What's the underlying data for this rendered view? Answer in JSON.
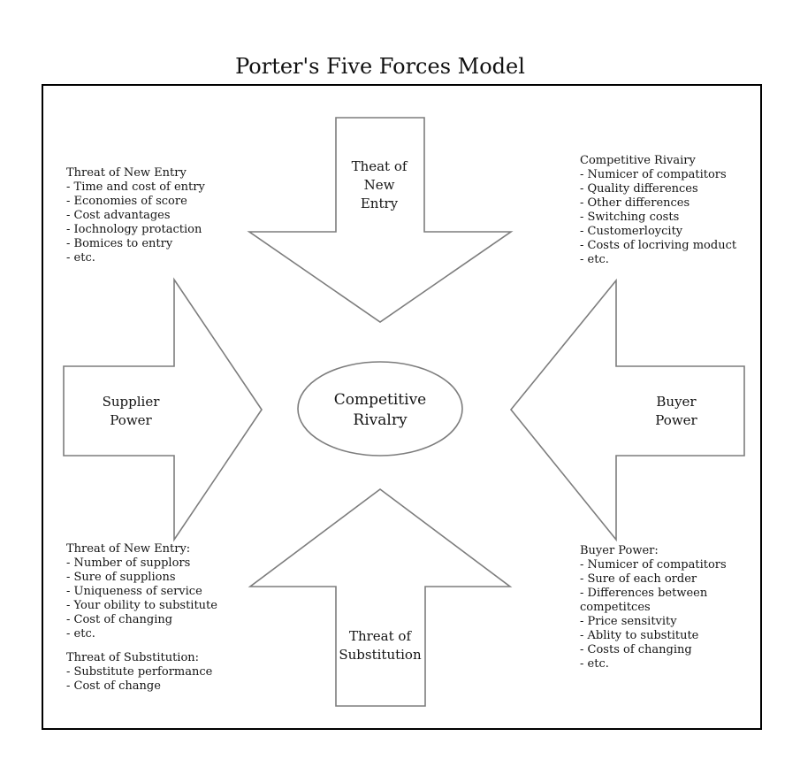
{
  "title": "Porter's Five Forces Model",
  "colors": {
    "background": "#ffffff",
    "box_border": "#000000",
    "shape_outline": "#7d7d7d",
    "text": "#141414"
  },
  "center_ellipse": {
    "lines": [
      "Competitive",
      "Rivalry"
    ]
  },
  "arrows": {
    "top": {
      "direction": "down",
      "lines": [
        "Theat of",
        "New",
        "Entry"
      ]
    },
    "left": {
      "direction": "right",
      "lines": [
        "Supplier",
        "Power"
      ]
    },
    "right": {
      "direction": "left",
      "lines": [
        "Buyer",
        "Power"
      ]
    },
    "bottom": {
      "direction": "up",
      "lines": [
        "Threat of",
        "Substitution"
      ]
    }
  },
  "notes": {
    "top_left": {
      "heading": "Threat of New Entry",
      "items": [
        "- Time and cost of entry",
        "- Economies of score",
        "- Cost advantages",
        "- Iochnology protaction",
        "- Bomices to entry",
        "- etc."
      ]
    },
    "top_right": {
      "heading": "Competitive Rivairy",
      "items": [
        "- Numicer of compatitors",
        "- Quality differences",
        "- Other differences",
        "- Switching costs",
        "- Customerloycity",
        "- Costs of locriving moduct",
        "- etc."
      ]
    },
    "bottom_left_entry": {
      "heading": "Threat of New Entry:",
      "items": [
        "- Number of supplors",
        "- Sure of supplions",
        "- Uniqueness of service",
        "- Your obility to substitute",
        "- Cost of changing",
        "- etc."
      ]
    },
    "bottom_left_substitution": {
      "heading": "Threat of Substitution:",
      "items": [
        "- Substitute performance",
        "- Cost of change"
      ]
    },
    "bottom_right": {
      "heading": "Buyer Power:",
      "items": [
        "- Numicer of compatitors",
        "- Sure of each order",
        "- Differences between",
        "competitces",
        "- Price sensitvity",
        "- Ablity to substitute",
        "- Costs of changing",
        "- etc."
      ]
    }
  }
}
